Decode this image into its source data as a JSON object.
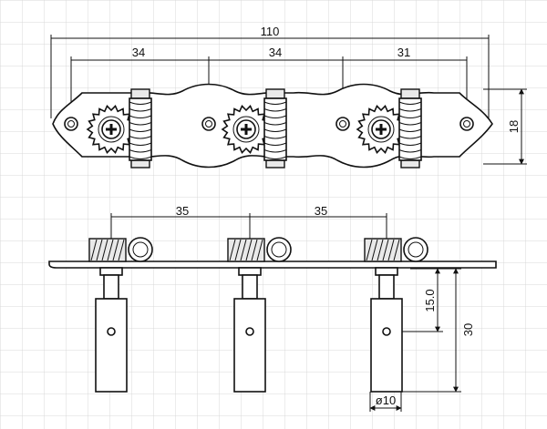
{
  "diagram": {
    "top_view": {
      "overall_length": "110",
      "spacing_1": "34",
      "spacing_2": "34",
      "spacing_3": "31",
      "height": "18"
    },
    "side_view": {
      "post_spacing_1": "35",
      "post_spacing_2": "35",
      "offset": "15.0",
      "height": "30",
      "shaft_diameter": "ø10"
    },
    "colors": {
      "line": "#111111",
      "grid": "#d9d9d9",
      "background": "#ffffff"
    }
  }
}
